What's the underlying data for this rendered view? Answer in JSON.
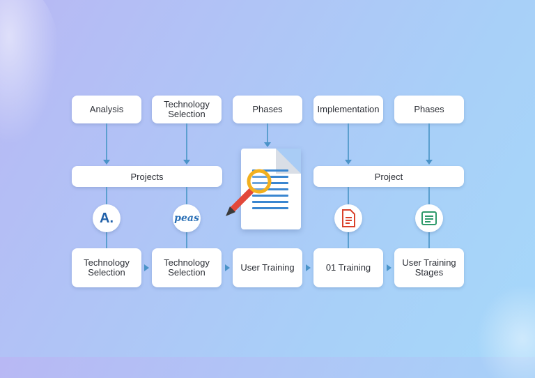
{
  "top_row": [
    "Analysis",
    "Technology\nSelection",
    "Phases",
    "Implementation",
    "Phases"
  ],
  "bars": {
    "left": "Projects",
    "right": "Project"
  },
  "icons": [
    {
      "name": "letter-a-icon",
      "glyph": "A.",
      "color": "#1f5fa8"
    },
    {
      "name": "script-logo-icon",
      "glyph": "peas",
      "color": "#2a6fb5"
    },
    {
      "name": "document-red-icon",
      "color": "#d9412b"
    },
    {
      "name": "document-green-icon",
      "color": "#2e9a6a"
    }
  ],
  "bottom_row": [
    "Technology\nSelection",
    "Technology\nSelection",
    "User Training",
    "01 Training",
    "User Training\nStages"
  ],
  "colors": {
    "line": "#5b9fcf",
    "arrow": "#4a93c8",
    "doc_lines": "#3a86d0",
    "magnifier": "#f2b01e",
    "pencil": "#e2483a"
  }
}
